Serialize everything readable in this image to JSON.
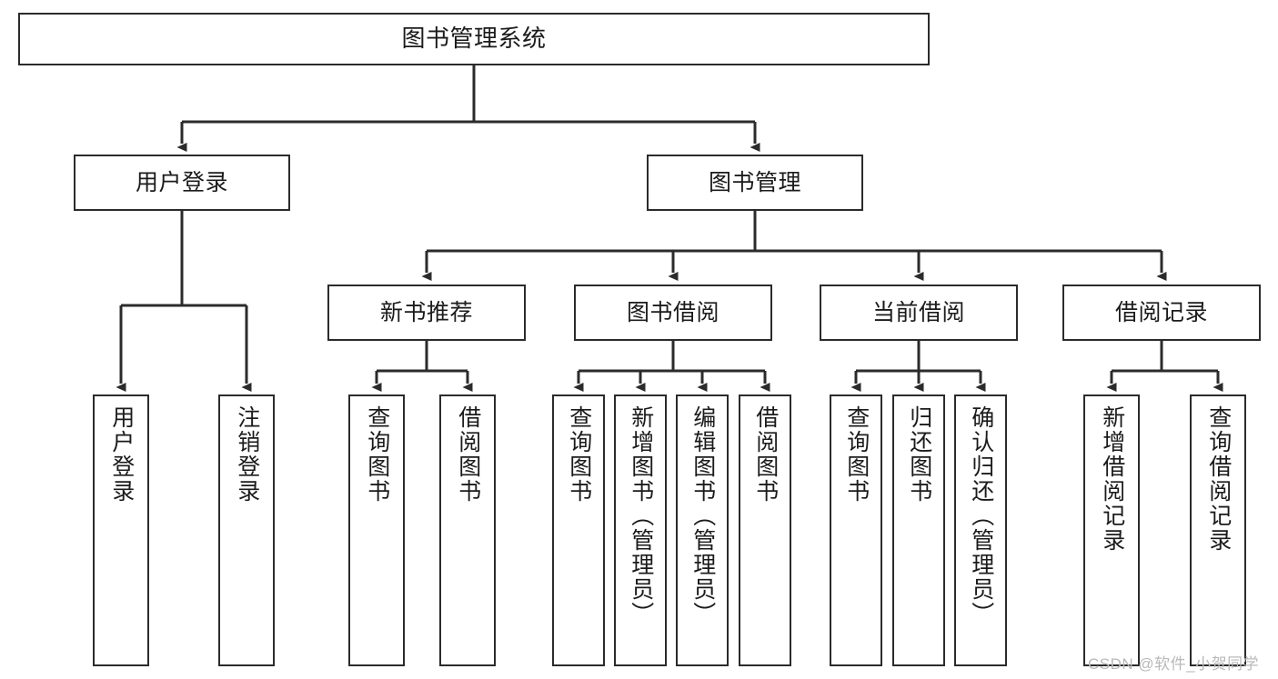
{
  "diagram": {
    "title": "图书管理系统",
    "type": "tree-hierarchy",
    "nodes": {
      "root": {
        "label": "图书管理系统"
      },
      "level2": [
        {
          "id": "user-login",
          "label": "用户登录"
        },
        {
          "id": "book-management",
          "label": "图书管理"
        }
      ],
      "level3": [
        {
          "id": "new-book-recommend",
          "label": "新书推荐"
        },
        {
          "id": "book-borrow",
          "label": "图书借阅"
        },
        {
          "id": "current-borrow",
          "label": "当前借阅"
        },
        {
          "id": "borrow-record",
          "label": "借阅记录"
        }
      ],
      "leaves": [
        {
          "id": "leaf-user-login",
          "label": "用户登录",
          "parent": "user-login"
        },
        {
          "id": "leaf-logout-login",
          "label": "注销登录",
          "parent": "user-login"
        },
        {
          "id": "leaf-query-book-1",
          "label": "查询图书",
          "parent": "new-book-recommend"
        },
        {
          "id": "leaf-borrow-book-1",
          "label": "借阅图书",
          "parent": "new-book-recommend"
        },
        {
          "id": "leaf-query-book-2",
          "label": "查询图书",
          "parent": "book-borrow"
        },
        {
          "id": "leaf-add-book",
          "label": "新增图书（管理员）",
          "parent": "book-borrow"
        },
        {
          "id": "leaf-edit-book",
          "label": "编辑图书（管理员）",
          "parent": "book-borrow"
        },
        {
          "id": "leaf-borrow-book-2",
          "label": "借阅图书",
          "parent": "book-borrow"
        },
        {
          "id": "leaf-query-book-3",
          "label": "查询图书",
          "parent": "current-borrow"
        },
        {
          "id": "leaf-return-book",
          "label": "归还图书",
          "parent": "current-borrow"
        },
        {
          "id": "leaf-confirm-return",
          "label": "确认归还（管理员）",
          "parent": "current-borrow"
        },
        {
          "id": "leaf-add-record",
          "label": "新增借阅记录",
          "parent": "borrow-record"
        },
        {
          "id": "leaf-query-record",
          "label": "查询借阅记录",
          "parent": "borrow-record"
        }
      ]
    },
    "colors": {
      "stroke": "#2b2b2b",
      "fill": "#ffffff",
      "text": "#1b1b1b",
      "watermark": "#b9b9b9"
    }
  },
  "watermark": {
    "text": "CSDN @软件_小贺同学"
  }
}
